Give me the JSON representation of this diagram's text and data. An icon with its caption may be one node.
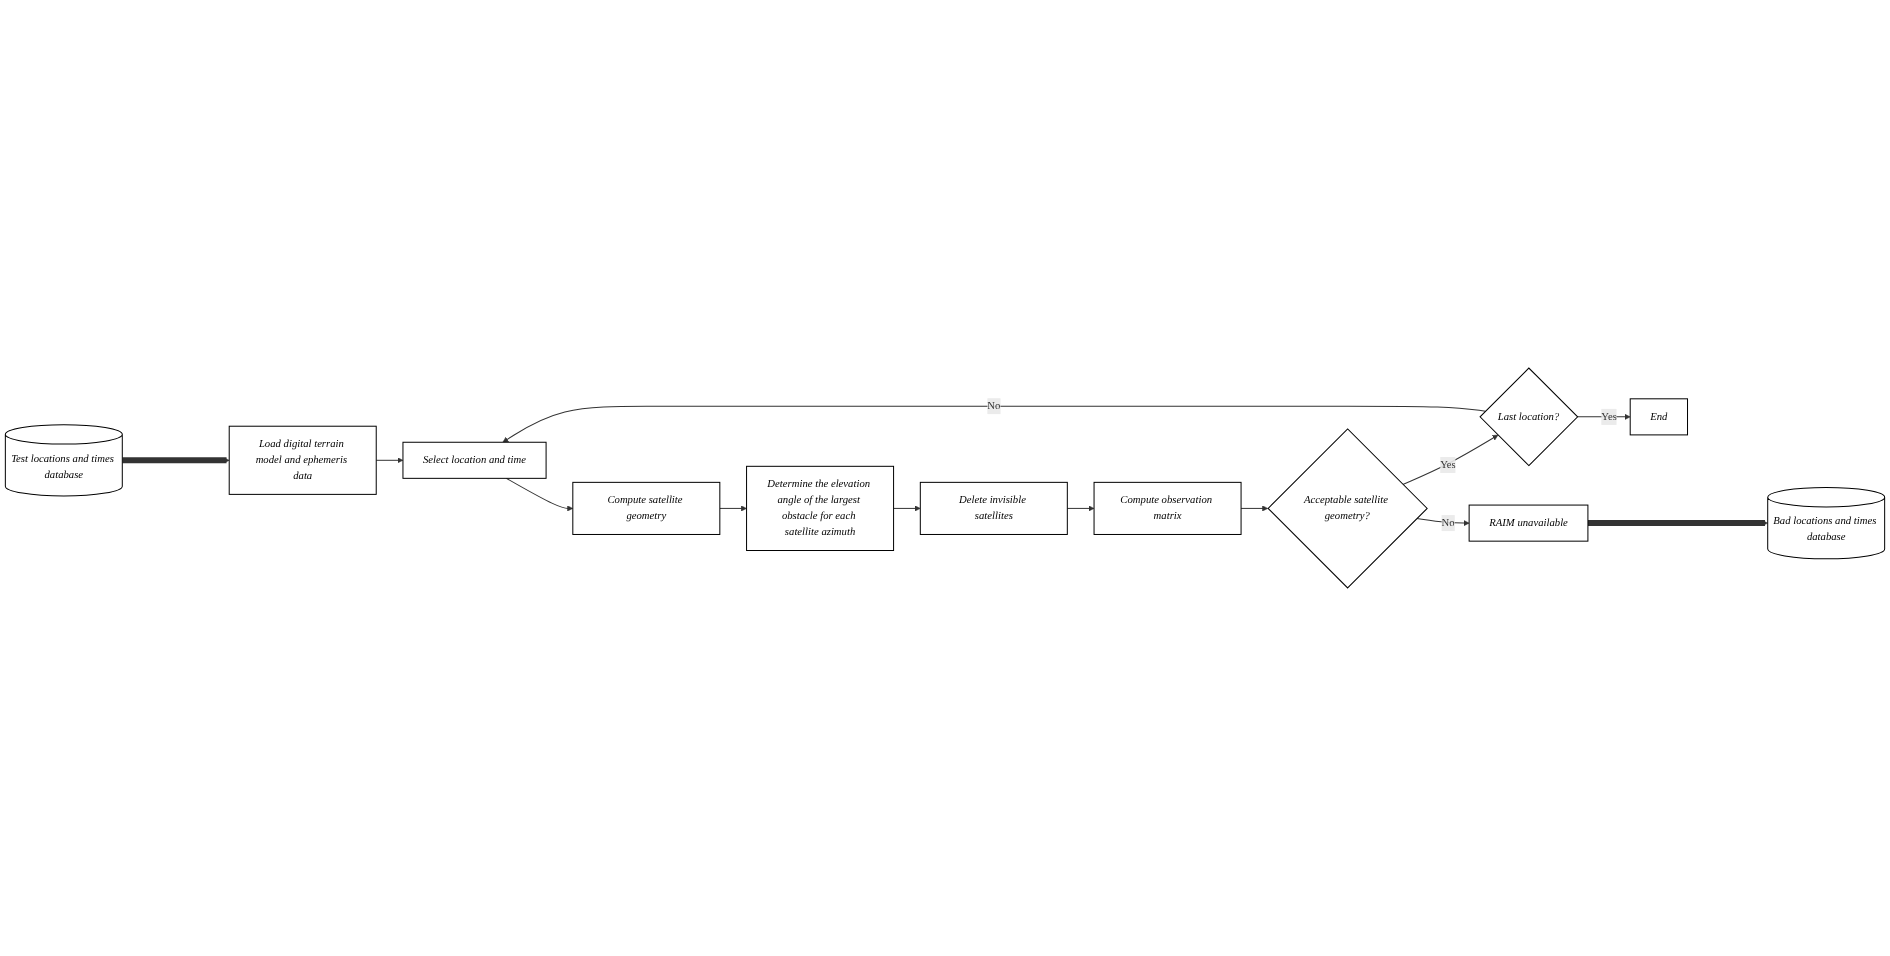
{
  "diagram": {
    "nodes": [
      {
        "text": [
          "Load digital terrain model and ephemeris data"
        ]
      },
      {
        "text": [
          "Select location and time"
        ]
      },
      {
        "text": [
          "Compute satellite geometry"
        ]
      },
      {
        "text": [
          "Determine the elevation angle of the largest obstacle for each satellite azimuth"
        ]
      },
      {
        "text": [
          "Test locations and times database"
        ]
      },
      {
        "text": [
          "Delete invisible satellites"
        ]
      },
      {
        "text": [
          "Compute observation matrix"
        ]
      },
      {
        "text": [
          "Bad locations and times database"
        ]
      },
      {
        "text": [
          "Last location?"
        ]
      },
      {
        "text": [
          "Acceptable satellite geometry?"
        ]
      },
      {
        "text": [
          "End"
        ]
      },
      {
        "text": [
          "RAIM unavailable"
        ]
      }
    ],
    "edges": [
      {
        "from": 4,
        "to": 0,
        "arrow": "to",
        "style": "thick"
      },
      {
        "from": 0,
        "to": 1,
        "arrow": "to"
      },
      {
        "from": 1,
        "to": 2,
        "arrow": "to"
      },
      {
        "from": 2,
        "to": 3,
        "arrow": "to"
      },
      {
        "from": 3,
        "to": 5,
        "arrow": "to"
      },
      {
        "from": 5,
        "to": 6,
        "arrow": "to"
      },
      {
        "from": 6,
        "to": 9,
        "arrow": "to"
      },
      {
        "from": 9,
        "to": 8,
        "label": "Yes",
        "arrow": "to"
      },
      {
        "from": 9,
        "to": 11,
        "label": "No",
        "arrow": "to"
      },
      {
        "from": 11,
        "to": 7,
        "arrow": "to",
        "style": "thick"
      },
      {
        "from": 8,
        "to": 10,
        "label": "Yes",
        "arrow": "to"
      },
      {
        "from": 8,
        "to": 1,
        "label": "No",
        "arrow": "to"
      }
    ]
  }
}
